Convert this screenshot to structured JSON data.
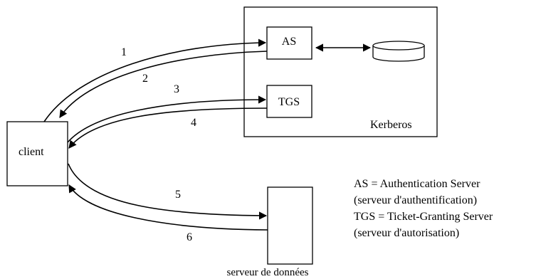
{
  "nodes": {
    "client": "client",
    "as": "AS",
    "tgs": "TGS",
    "kerberos": "Kerberos",
    "data_server": "serveur de données"
  },
  "arrows": [
    {
      "id": "1",
      "label": "1"
    },
    {
      "id": "2",
      "label": "2"
    },
    {
      "id": "3",
      "label": "3"
    },
    {
      "id": "4",
      "label": "4"
    },
    {
      "id": "5",
      "label": "5"
    },
    {
      "id": "6",
      "label": "6"
    }
  ],
  "legend": [
    "AS = Authentication Server",
    "(serveur d'authentification)",
    "TGS = Ticket-Granting Server",
    "(serveur d'autorisation)"
  ]
}
